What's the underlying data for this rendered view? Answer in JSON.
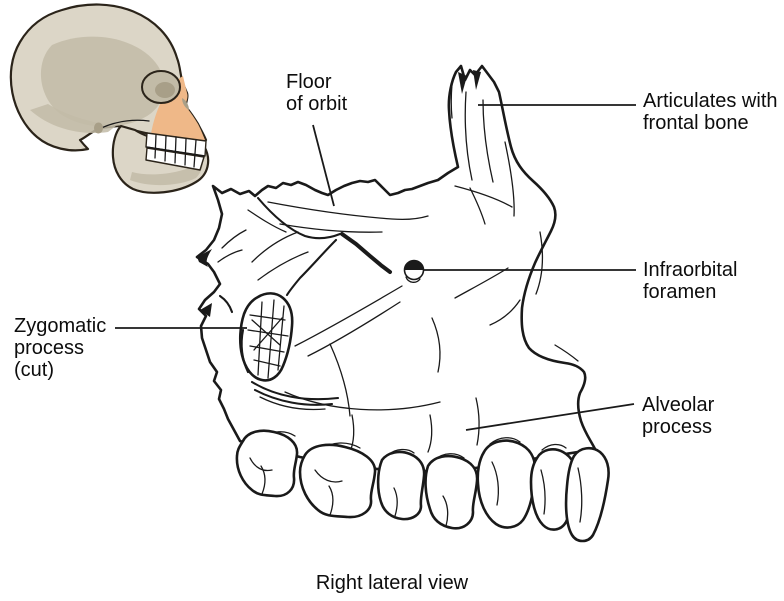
{
  "figure": {
    "caption": "Right lateral view",
    "labels": {
      "floor_of_orbit": {
        "text": "Floor\nof orbit"
      },
      "articulates_frontal": {
        "text": "Articulates with\nfrontal bone"
      },
      "infraorbital_foramen": {
        "text": "Infraorbital\nforamen"
      },
      "zygomatic_process": {
        "text": "Zygomatic\nprocess\n(cut)"
      },
      "alveolar_process": {
        "text": "Alveolar\nprocess"
      }
    },
    "icons": {
      "skull_thumbnail": "skull-lateral-view-with-maxilla-highlighted"
    },
    "colors": {
      "line_art": "#1a1a1a",
      "skull_bone": "#dcd6c7",
      "skull_shadow": "#c2bba7",
      "skull_dark": "#a89f88",
      "maxilla_highlight": "#efb888",
      "background": "#ffffff"
    }
  }
}
